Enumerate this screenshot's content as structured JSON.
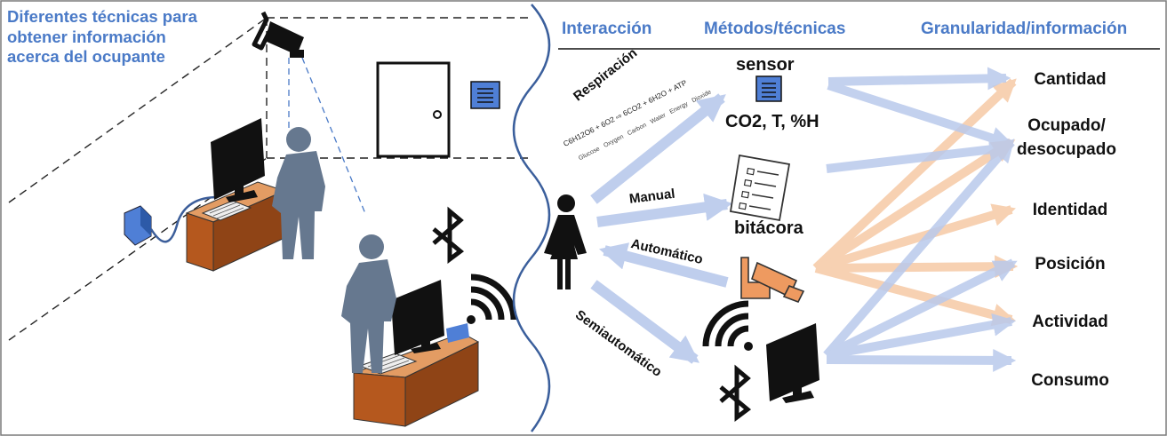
{
  "intro_text": "Diferentes técnicas para obtener información acerca del ocupante",
  "columns": {
    "interaction": "Interacción",
    "methods": "Métodos/técnicas",
    "granularity": "Granularidad/información"
  },
  "interaction_labels": {
    "respiration": "Respiración",
    "manual": "Manual",
    "automatic": "Automático",
    "semiautomatic": "Semiautomático"
  },
  "respiration_equation": {
    "line": "C6H12O6 + 6O2 ⇨ 6CO2 + 6H2O + ATP",
    "legend": "Glucose Oxygen Carbon Water Energy Dioxide"
  },
  "methods": {
    "sensor_title": "sensor",
    "sensor_vars": "CO2, T, %H",
    "logbook": "bitácora"
  },
  "outputs": [
    "Cantidad",
    "Ocupado/\ndesocupado",
    "Identidad",
    "Posición",
    "Actividad",
    "Consumo"
  ],
  "colors": {
    "blue_arrow": "#b9c9ec",
    "orange_arrow": "#f6c9a5",
    "heading": "#4a7ac7",
    "person": "#66788f",
    "desk": "#b5581e",
    "sensor": "#4f7fd6",
    "camera_orange": "#ee9a60"
  },
  "icons": [
    "camera-icon",
    "door-icon",
    "sensor-icon",
    "person-icon",
    "bluetooth-icon",
    "wifi-icon",
    "monitor-icon",
    "logbook-icon",
    "woman-icon"
  ]
}
